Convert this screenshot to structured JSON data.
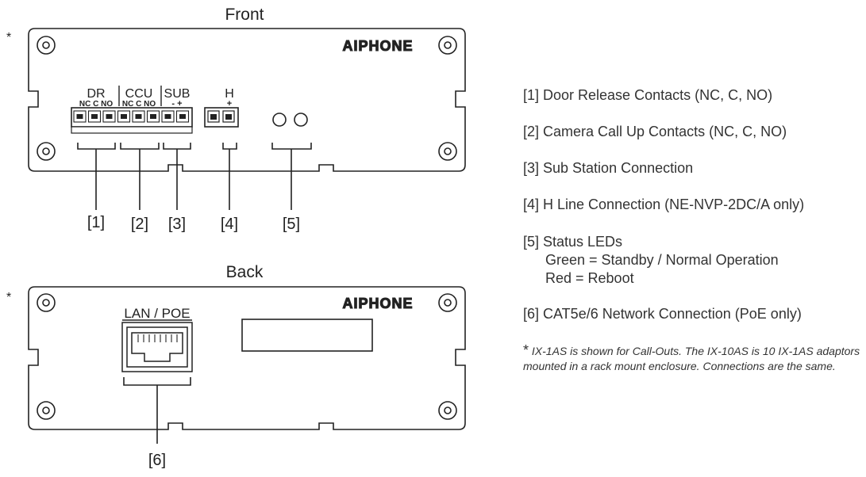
{
  "front": {
    "title": "Front",
    "asterisk": "*",
    "brand": "AIPHONE",
    "dr_label": "DR",
    "ccu_label": "CCU",
    "sub_label": "SUB",
    "h_label": "H",
    "dr_contacts": "NC C NO",
    "ccu_contacts": "NC C NO",
    "sub_polarity": "- +",
    "h_polarity": "+",
    "callouts": [
      "[1]",
      "[2]",
      "[3]",
      "[4]",
      "[5]"
    ]
  },
  "back": {
    "title": "Back",
    "asterisk": "*",
    "brand": "AIPHONE",
    "port_label": "LAN / POE",
    "callout": "[6]"
  },
  "legend": {
    "items": [
      "[1] Door Release Contacts (NC, C, NO)",
      "[2] Camera Call Up Contacts (NC, C, NO)",
      "[3] Sub Station Connection",
      "[4] H Line Connection (NE-NVP-2DC/A only)"
    ],
    "led_title": "[5] Status LEDs",
    "led_green": "Green = Standby / Normal Operation",
    "led_red": "Red = Reboot",
    "network": "[6] CAT5e/6 Network Connection (PoE only)"
  },
  "footnote": {
    "star": "*",
    "text": "IX-1AS is shown for Call-Outs. The IX-10AS is 10 IX-1AS adaptors mounted in a rack mount enclosure. Connections are the same."
  }
}
